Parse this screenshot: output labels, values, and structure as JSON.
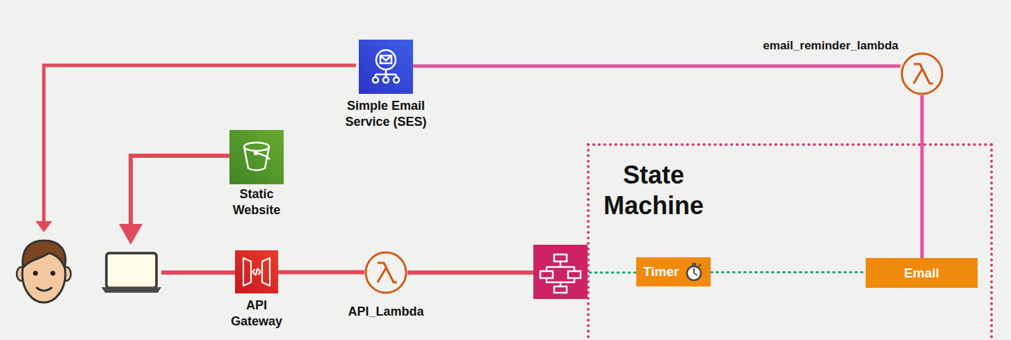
{
  "diagram": {
    "nodes": [
      {
        "text": [
          "Simple Email Service (SES)"
        ]
      },
      {
        "text": [
          "email_reminder_lambda"
        ]
      },
      {
        "text": [
          "Static Website"
        ]
      },
      {
        "text": [
          "State Machine"
        ]
      },
      {
        "text": [
          "API Gateway"
        ]
      },
      {
        "text": [
          "API_Lambda"
        ]
      },
      {
        "text": [
          "Timer"
        ],
        "in": 3
      },
      {
        "text": [
          "Email"
        ],
        "in": 3
      }
    ],
    "edges": [
      {
        "from": 0,
        "to": 1,
        "arrow": "none"
      },
      {
        "from": 1,
        "to": 7,
        "arrow": "none"
      },
      {
        "from": 4,
        "to": 5,
        "arrow": "none"
      },
      {
        "from": 6,
        "to": 7,
        "arrow": "none"
      }
    ]
  }
}
